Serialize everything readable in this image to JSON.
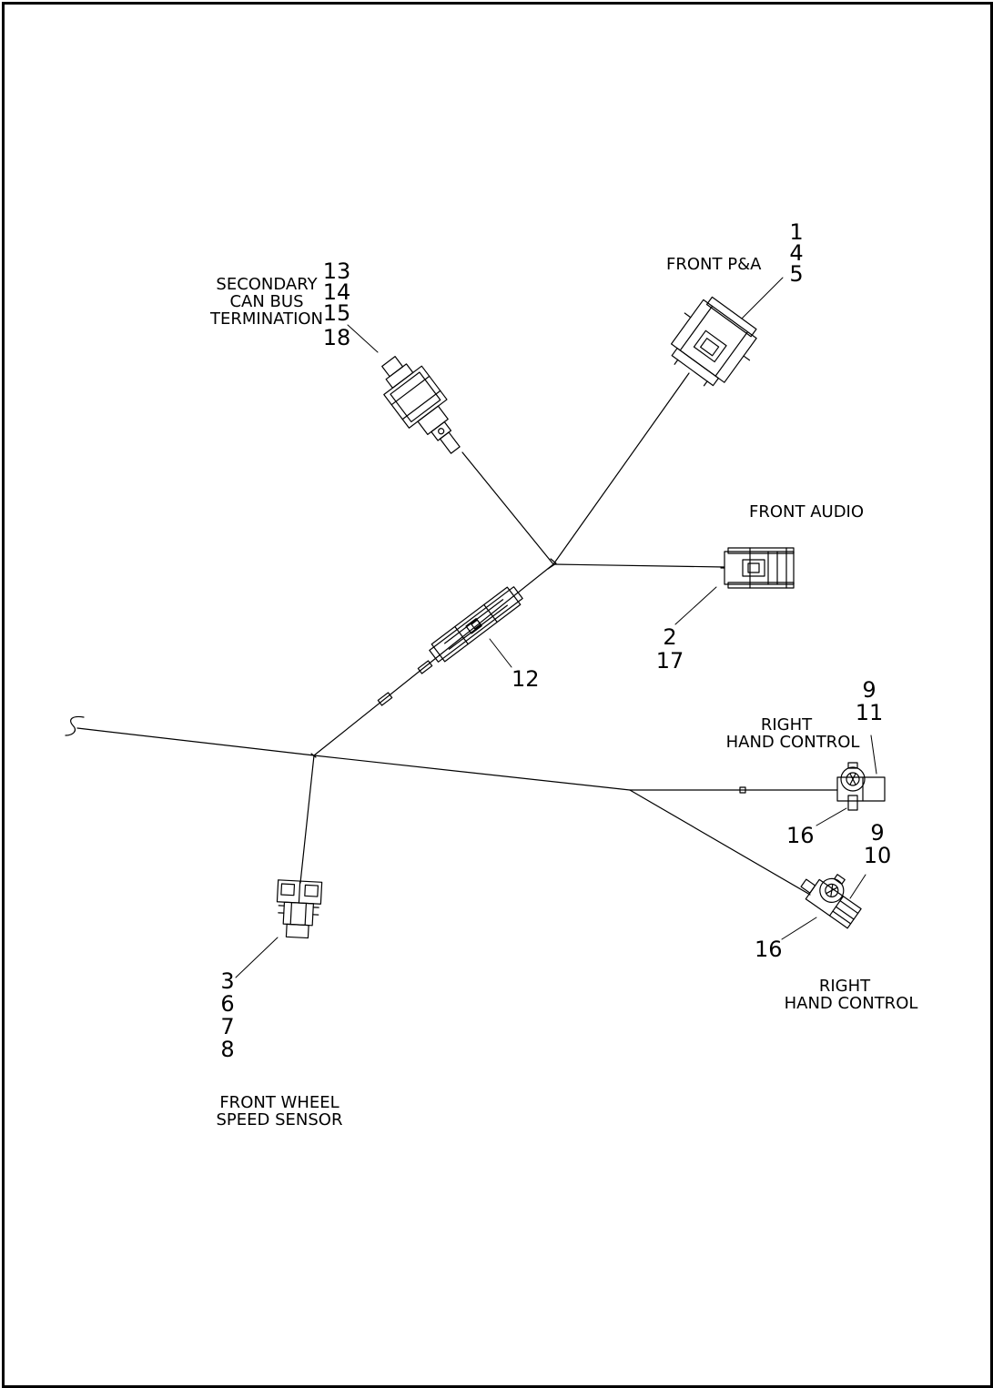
{
  "labels": {
    "secondary_can": [
      "SECONDARY",
      "CAN BUS",
      "TERMINATION"
    ],
    "front_pa": "FRONT P&A",
    "front_audio": "FRONT AUDIO",
    "right_hand_control_upper": [
      "RIGHT",
      "HAND CONTROL"
    ],
    "right_hand_control_lower": [
      "RIGHT",
      "HAND CONTROL"
    ],
    "front_wheel_speed_sensor": [
      "FRONT WHEEL",
      "SPEED SENSOR"
    ]
  },
  "callouts": {
    "secondary_can": [
      "13",
      "14",
      "15",
      "18"
    ],
    "front_pa": [
      "1",
      "4",
      "5"
    ],
    "front_audio": [
      "2",
      "17"
    ],
    "inline": "12",
    "rhc_upper_top": [
      "9",
      "11"
    ],
    "rhc_upper_bottom": "16",
    "rhc_lower_top": [
      "9",
      "10"
    ],
    "rhc_lower_bottom": "16",
    "front_wheel_speed_sensor": [
      "3",
      "6",
      "7",
      "8"
    ]
  }
}
